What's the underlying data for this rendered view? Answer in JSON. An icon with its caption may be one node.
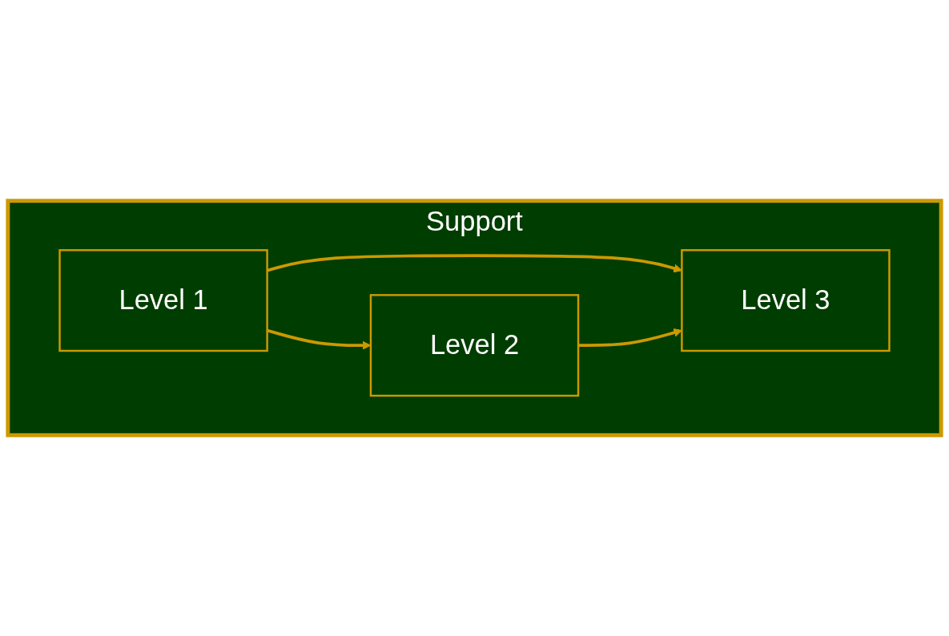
{
  "diagram": {
    "nodes": [
      {
        "text": [
          "Support"
        ]
      },
      {
        "text": [
          "Level 1"
        ],
        "in": 0
      },
      {
        "text": [
          "Level 2"
        ],
        "in": 0
      },
      {
        "text": [
          "Level 3"
        ],
        "in": 0
      }
    ],
    "edges": [
      {
        "from": 1,
        "to": 2,
        "arrow": "to"
      },
      {
        "from": 1,
        "to": 3,
        "arrow": "to"
      },
      {
        "from": 2,
        "to": 3,
        "arrow": "to"
      }
    ]
  }
}
